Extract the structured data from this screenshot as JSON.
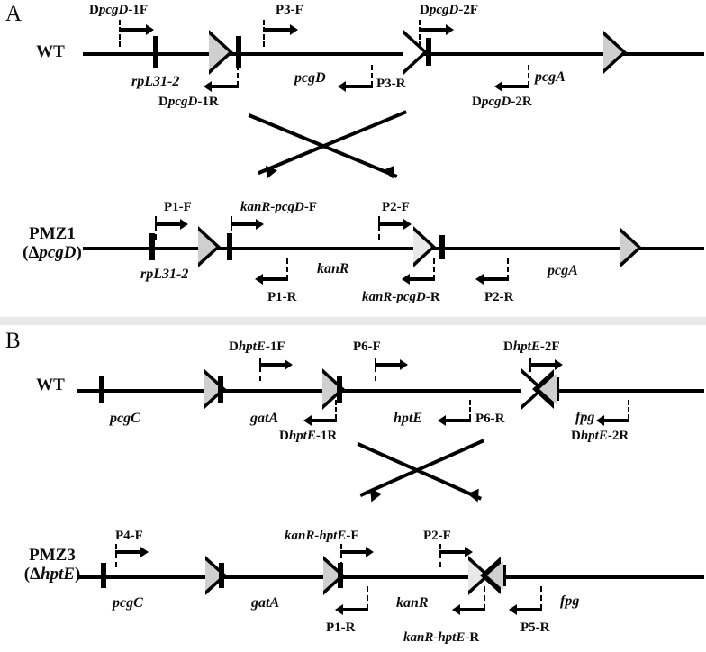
{
  "figure": {
    "panels": [
      {
        "letter": "A",
        "rows": [
          {
            "strain": "WT",
            "strain_sub": "",
            "genes": [
              {
                "name": "rpL31-2",
                "fill": "grey",
                "orientation": "right"
              },
              {
                "name": "pcgD",
                "fill": "white",
                "orientation": "right"
              },
              {
                "name": "pcgA",
                "fill": "grey",
                "orientation": "right"
              }
            ],
            "primers_forward": [
              {
                "label_pre": "D",
                "label_it": "pcgD",
                "label_post": "-1F"
              },
              {
                "label_pre": "",
                "label_it": "",
                "label_post": "P3-F"
              },
              {
                "label_pre": "D",
                "label_it": "pcgD",
                "label_post": "-2F"
              }
            ],
            "primers_reverse": [
              {
                "label_pre": "D",
                "label_it": "pcgD",
                "label_post": "-1R"
              },
              {
                "label_pre": "",
                "label_it": "",
                "label_post": "P3-R"
              },
              {
                "label_pre": "D",
                "label_it": "pcgD",
                "label_post": "-2R"
              }
            ]
          },
          {
            "strain": "PMZ1",
            "strain_sub": "(ΔpcgD)",
            "genes": [
              {
                "name": "rpL31-2",
                "fill": "grey",
                "orientation": "right"
              },
              {
                "name": "kanR",
                "fill": "hatch",
                "orientation": "right"
              },
              {
                "name": "pcgA",
                "fill": "grey",
                "orientation": "right"
              }
            ],
            "primers_forward": [
              {
                "label_pre": "",
                "label_it": "",
                "label_post": "P1-F"
              },
              {
                "label_pre": "",
                "label_it": "kanR-pcgD",
                "label_post": "-F"
              },
              {
                "label_pre": "",
                "label_it": "",
                "label_post": "P2-F"
              }
            ],
            "primers_reverse": [
              {
                "label_pre": "",
                "label_it": "",
                "label_post": "P1-R"
              },
              {
                "label_pre": "",
                "label_it": "kanR-pcgD",
                "label_post": "-R"
              },
              {
                "label_pre": "",
                "label_it": "",
                "label_post": "P2-R"
              }
            ]
          }
        ]
      },
      {
        "letter": "B",
        "rows": [
          {
            "strain": "WT",
            "strain_sub": "",
            "genes": [
              {
                "name": "pcgC",
                "fill": "grey",
                "orientation": "right"
              },
              {
                "name": "gatA",
                "fill": "grey",
                "orientation": "right"
              },
              {
                "name": "hptE",
                "fill": "white",
                "orientation": "right"
              },
              {
                "name": "fpg",
                "fill": "grey",
                "orientation": "left"
              }
            ],
            "primers_forward": [
              {
                "label_pre": "D",
                "label_it": "hptE",
                "label_post": "-1F"
              },
              {
                "label_pre": "",
                "label_it": "",
                "label_post": "P6-F"
              },
              {
                "label_pre": "D",
                "label_it": "hptE",
                "label_post": "-2F"
              }
            ],
            "primers_reverse": [
              {
                "label_pre": "D",
                "label_it": "hptE",
                "label_post": "-1R"
              },
              {
                "label_pre": "",
                "label_it": "",
                "label_post": "P6-R"
              },
              {
                "label_pre": "D",
                "label_it": "hptE",
                "label_post": "-2R"
              }
            ]
          },
          {
            "strain": "PMZ3",
            "strain_sub": "(ΔhptE)",
            "genes": [
              {
                "name": "pcgC",
                "fill": "grey",
                "orientation": "right"
              },
              {
                "name": "gatA",
                "fill": "grey",
                "orientation": "right"
              },
              {
                "name": "kanR",
                "fill": "hatch",
                "orientation": "right"
              },
              {
                "name": "fpg",
                "fill": "grey",
                "orientation": "left"
              }
            ],
            "primers_forward": [
              {
                "label_pre": "",
                "label_it": "",
                "label_post": "P4-F"
              },
              {
                "label_pre": "",
                "label_it": "kanR-hptE",
                "label_post": "-F"
              },
              {
                "label_pre": "",
                "label_it": "",
                "label_post": "P2-F"
              }
            ],
            "primers_reverse": [
              {
                "label_pre": "",
                "label_it": "",
                "label_post": "P1-R"
              },
              {
                "label_pre": "",
                "label_it": "kanR-hptE",
                "label_post": "-R"
              },
              {
                "label_pre": "",
                "label_it": "",
                "label_post": "P5-R"
              }
            ]
          }
        ]
      }
    ],
    "colors": {
      "gene_grey": "#cfcfcf",
      "gene_white": "#ffffff",
      "hatch_bg": "#e8e8e8",
      "outline": "#000000",
      "separator": "#e9e9e9"
    }
  }
}
